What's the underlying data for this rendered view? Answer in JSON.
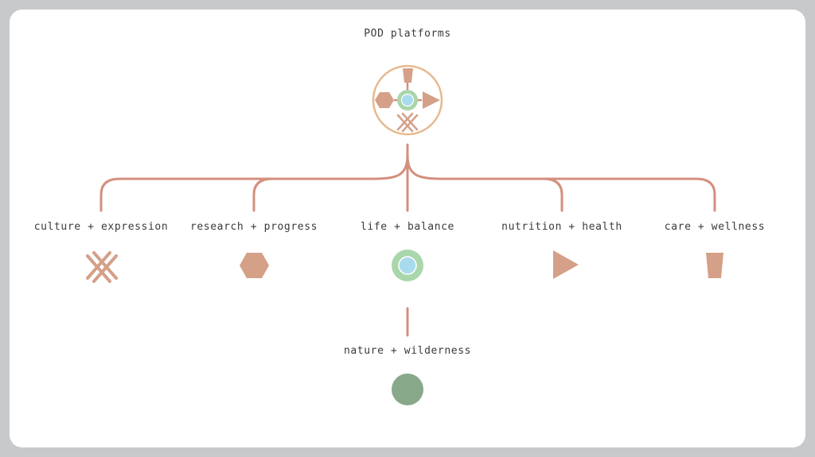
{
  "title": "POD platforms",
  "categories": [
    {
      "label": "culture + expression",
      "icon": "crosshatch-icon"
    },
    {
      "label": "research + progress",
      "icon": "hexagon-icon"
    },
    {
      "label": "life + balance",
      "icon": "concentric-circle-icon"
    },
    {
      "label": "nutrition + health",
      "icon": "triangle-icon"
    },
    {
      "label": "care + wellness",
      "icon": "cup-icon"
    }
  ],
  "sub_category": {
    "label": "nature + wilderness",
    "icon": "circle-icon"
  },
  "colors": {
    "frame": "#c8c9cb",
    "background": "#ffffff",
    "connector": "#d48f7e",
    "shape_fill": "#d4a088",
    "hub_ring": "#e7b98d",
    "life_outer": "#a9d6ab",
    "life_inner": "#a9dbef",
    "nature": "#88a88a",
    "text": "#3a3a3a"
  }
}
